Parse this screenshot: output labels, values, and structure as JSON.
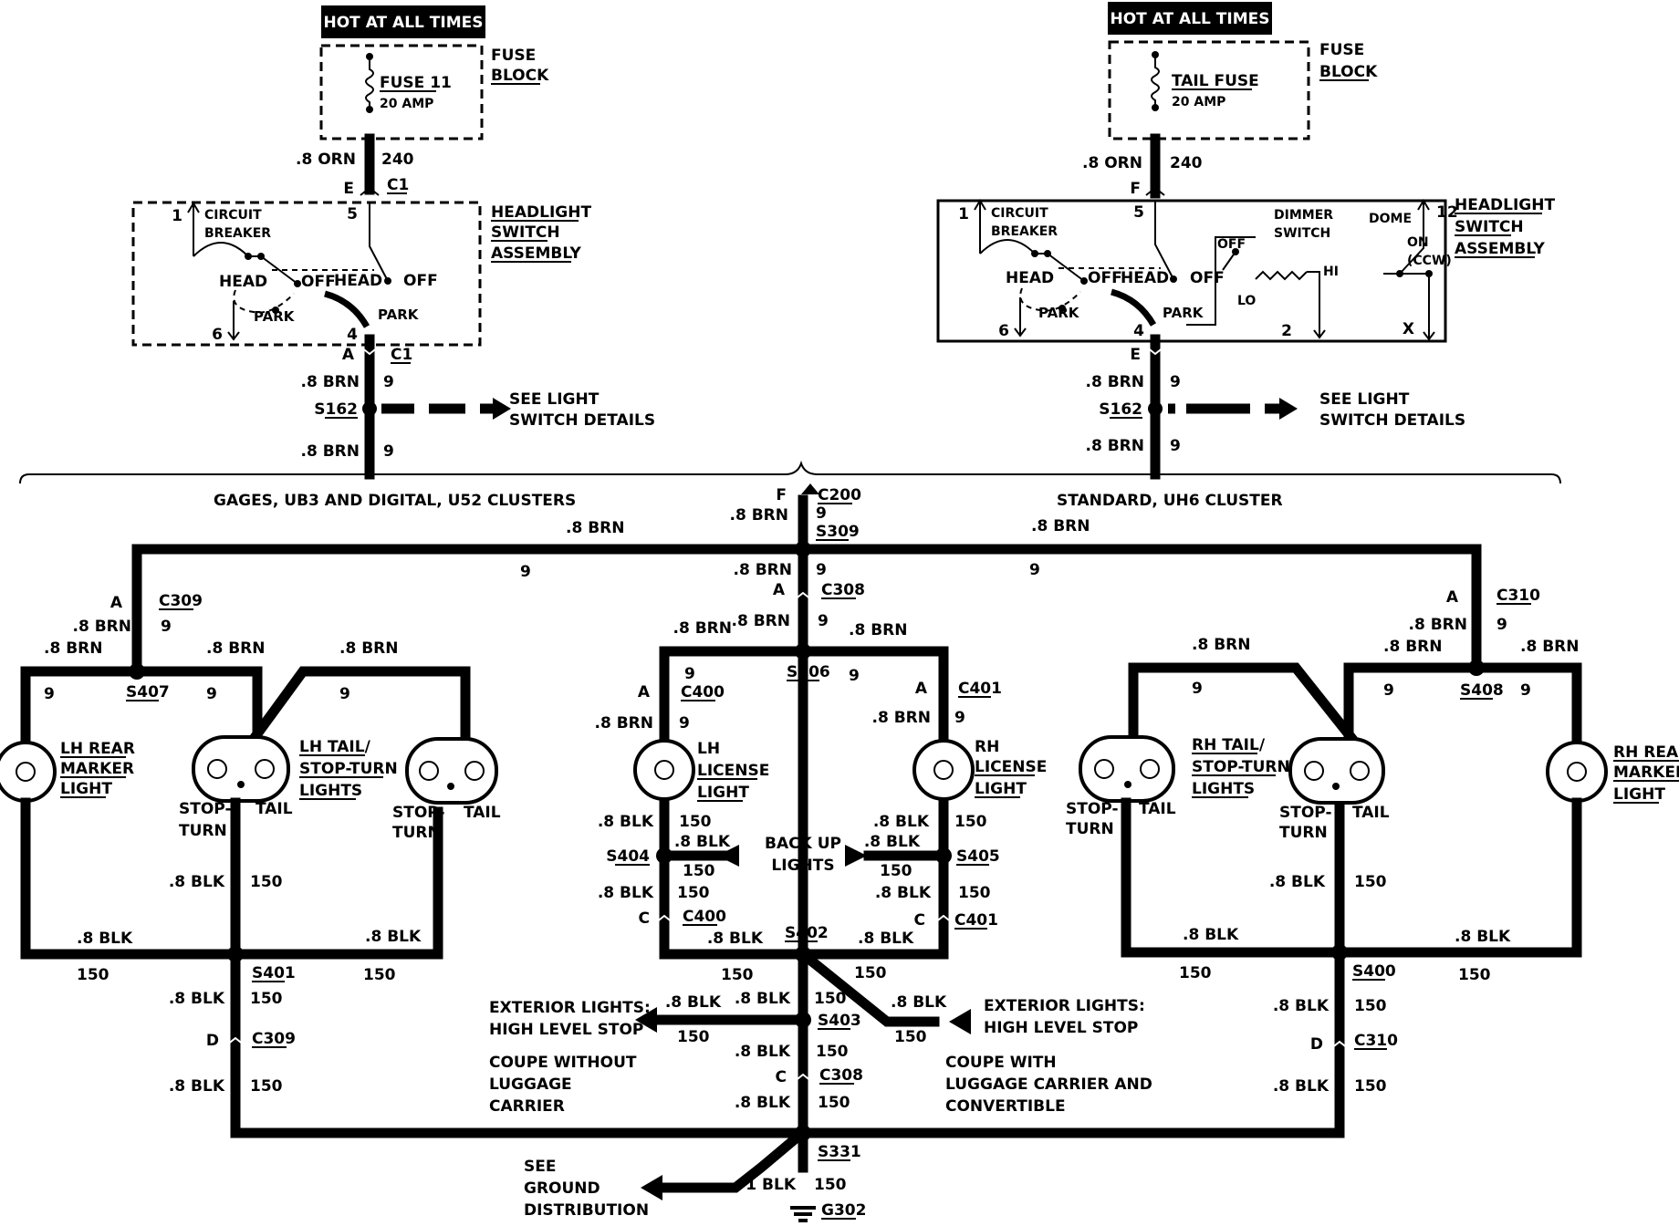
{
  "left_top": {
    "hot_label": "HOT AT ALL TIMES",
    "fuse_name": "FUSE 11",
    "fuse_rating": "20 AMP",
    "fuse_block_1": "FUSE",
    "fuse_block_2": "BLOCK",
    "wire_orn": ".8 ORN",
    "circuit_240": "240",
    "pin_e": "E",
    "conn_c1": "C1",
    "pin_1": "1",
    "pin_5": "5",
    "pin_6": "6",
    "pin_4": "4",
    "circuit_breaker_1": "CIRCUIT",
    "circuit_breaker_2": "BREAKER",
    "head_a": "HEAD",
    "off_a": "OFF",
    "park_a": "PARK",
    "head_b": "HEAD",
    "off_b": "OFF",
    "park_b": "PARK",
    "switch_1": "HEADLIGHT",
    "switch_2": "SWITCH",
    "switch_3": "ASSEMBLY",
    "pin_a": "A",
    "conn_c1b": "C1",
    "wire_brn_1": ".8 BRN",
    "circuit_9a": "9",
    "splice": "S162",
    "see_1": "SEE LIGHT",
    "see_2": "SWITCH DETAILS",
    "wire_brn_2": ".8 BRN",
    "circuit_9b": "9"
  },
  "right_top": {
    "hot_label": "HOT AT ALL TIMES",
    "fuse_name": "TAIL FUSE",
    "fuse_rating": "20 AMP",
    "fuse_block_1": "FUSE",
    "fuse_block_2": "BLOCK",
    "wire_orn": ".8 ORN",
    "circuit_240": "240",
    "pin_f": "F",
    "pin_1": "1",
    "pin_5": "5",
    "pin_12": "12",
    "pin_6": "6",
    "pin_4": "4",
    "pin_2": "2",
    "pin_x": "X",
    "circuit_breaker_1": "CIRCUIT",
    "circuit_breaker_2": "BREAKER",
    "dimmer_1": "DIMMER",
    "dimmer_2": "SWITCH",
    "dome": "DOME",
    "off_dim": "OFF",
    "on": "ON",
    "ccw": "(CCW)",
    "lo": "LO",
    "hi": "HI",
    "head_a": "HEAD",
    "off_a": "OFF",
    "park_a": "PARK",
    "head_b": "HEAD",
    "off_b": "OFF",
    "park_b": "PARK",
    "switch_1": "HEADLIGHT",
    "switch_2": "SWITCH",
    "switch_3": "ASSEMBLY",
    "pin_e": "E",
    "wire_brn_1": ".8 BRN",
    "circuit_9a": "9",
    "splice": "S162",
    "see_1": "SEE LIGHT",
    "see_2": "SWITCH DETAILS",
    "wire_brn_2": ".8 BRN",
    "circuit_9b": "9"
  },
  "divider": {
    "left_caption": "GAGES, UB3 AND DIGITAL, U52 CLUSTERS",
    "right_caption": "STANDARD, UH6 CLUSTER"
  },
  "center": {
    "pin_f": "F",
    "c200": "C200",
    "wire_brn_top": ".8 BRN",
    "c9_top": "9",
    "s309": "S309",
    "wire_brn_bus_l": ".8 BRN",
    "c9_bus_l": "9",
    "wire_brn_bus_r": ".8 BRN",
    "c9_bus_r": "9",
    "wire_brn_mid": ".8 BRN",
    "c9_mid": "9",
    "pin_a_c308": "A",
    "c308_top": "C308",
    "wire_brn_s406": ".8 BRN",
    "c9_s406": "9",
    "wire_brn_s406_l": ".8 BRN",
    "wire_brn_s406_r": ".8 BRN",
    "s406": "S406",
    "c9_s406_r": "9",
    "pin_a_c400": "A",
    "c400_top": "C400",
    "c9_c400_l": "9",
    "wire_brn_c400": ".8 BRN",
    "c9_c400": "9",
    "pin_a_c401": "A",
    "c401_top": "C401",
    "wire_brn_c401": ".8 BRN",
    "c9_c401": "9",
    "lh_lic_1": "LH",
    "lh_lic_2": "LICENSE",
    "lh_lic_3": "LIGHT",
    "rh_lic_1": "RH",
    "rh_lic_2": "LICENSE",
    "rh_lic_3": "LIGHT",
    "blk_lh_1": ".8 BLK",
    "c150_lh_1": "150",
    "blk_rh_1": ".8 BLK",
    "c150_rh_1": "150",
    "s404": "S404",
    "s405": "S405",
    "blk_bu_l": ".8 BLK",
    "c150_bu_l": "150",
    "blk_bu_r": ".8 BLK",
    "c150_bu_r": "150",
    "backup_1": "BACK UP",
    "backup_2": "LIGHTS",
    "blk_lh_2": ".8 BLK",
    "c150_lh_2": "150",
    "blk_rh_2": ".8 BLK",
    "c150_rh_2": "150",
    "pin_c_c400": "C",
    "c400_bot": "C400",
    "pin_c_c401": "C",
    "c401_bot": "C401",
    "s402": "S402",
    "blk_s402_l": ".8 BLK",
    "blk_s402_r": ".8 BLK",
    "c150_s402_l": "150",
    "c150_s402_r": "150",
    "blk_s403_top": ".8 BLK",
    "c150_s403_top": "150",
    "s403": "S403",
    "blk_hls_l": ".8 BLK",
    "c150_hls_l": "150",
    "blk_hls_r": ".8 BLK",
    "c150_hls_r": "150",
    "ext_l_1": "EXTERIOR LIGHTS:",
    "ext_l_2": "HIGH LEVEL STOP",
    "ext_r_1": "EXTERIOR LIGHTS:",
    "ext_r_2": "HIGH LEVEL STOP",
    "coupe_wo_1": "COUPE WITHOUT",
    "coupe_wo_2": "LUGGAGE",
    "coupe_wo_3": "CARRIER",
    "coupe_w_1": "COUPE WITH",
    "coupe_w_2": "LUGGAGE CARRIER AND",
    "coupe_w_3": "CONVERTIBLE",
    "blk_c308": ".8 BLK",
    "c150_c308": "150",
    "pin_c_c308": "C",
    "c308_bot": "C308",
    "blk_s331": ".8 BLK",
    "c150_s331": "150",
    "s331": "S331",
    "see_gnd_1": "SEE",
    "see_gnd_2": "GROUND",
    "see_gnd_3": "DISTRIBUTION",
    "blk_1": "1 BLK",
    "c150_gnd": "150",
    "g302": "G302"
  },
  "left_side": {
    "pin_a": "A",
    "c309_top": "C309",
    "wire_brn": ".8 BRN",
    "c9": "9",
    "wire_brn_marker": ".8 BRN",
    "c9_marker": "9",
    "s407": "S407",
    "wire_brn_tail1": ".8 BRN",
    "c9_tail1": "9",
    "wire_brn_tail2": ".8 BRN",
    "c9_tail2": "9",
    "marker_1": "LH REAR",
    "marker_2": "MARKER",
    "marker_3": "LIGHT",
    "tail_1": "LH TAIL/",
    "tail_2": "STOP-TURN",
    "tail_3": "LIGHTS",
    "stop_a": "STOP-",
    "turn_a": "TURN",
    "tail_a": "TAIL",
    "stop_b": "STOP-",
    "turn_b": "TURN",
    "tail_b": "TAIL",
    "blk_stop": ".8 BLK",
    "c150_stop": "150",
    "blk_l": ".8 BLK",
    "c150_l": "150",
    "blk_r": ".8 BLK",
    "c150_r": "150",
    "s401": "S401",
    "blk_s401": ".8 BLK",
    "c150_s401": "150",
    "pin_d": "D",
    "c309_bot": "C309",
    "blk_bot": ".8 BLK",
    "c150_bot": "150"
  },
  "right_side": {
    "pin_a": "A",
    "c310_top": "C310",
    "wire_brn": ".8 BRN",
    "c9": "9",
    "wire_brn_tail1": ".8 BRN",
    "c9_tail1": "9",
    "wire_brn_tail2": ".8 BRN",
    "c9_tail2": "9",
    "s408": "S408",
    "wire_brn_marker": ".8 BRN",
    "c9_marker": "9",
    "marker_1": "RH REAR",
    "marker_2": "MARKER",
    "marker_3": "LIGHT",
    "tail_1": "RH TAIL/",
    "tail_2": "STOP-TURN",
    "tail_3": "LIGHTS",
    "stop_a": "STOP-",
    "turn_a": "TURN",
    "tail_a": "TAIL",
    "stop_b": "STOP-",
    "turn_b": "TURN",
    "tail_b": "TAIL",
    "blk_stop": ".8 BLK",
    "c150_stop": "150",
    "blk_l": ".8 BLK",
    "c150_l": "150",
    "blk_r": ".8 BLK",
    "c150_r": "150",
    "s400": "S400",
    "blk_s400": ".8 BLK",
    "c150_s400": "150",
    "pin_d": "D",
    "c310_bot": "C310",
    "blk_bot": ".8 BLK",
    "c150_bot": "150"
  }
}
